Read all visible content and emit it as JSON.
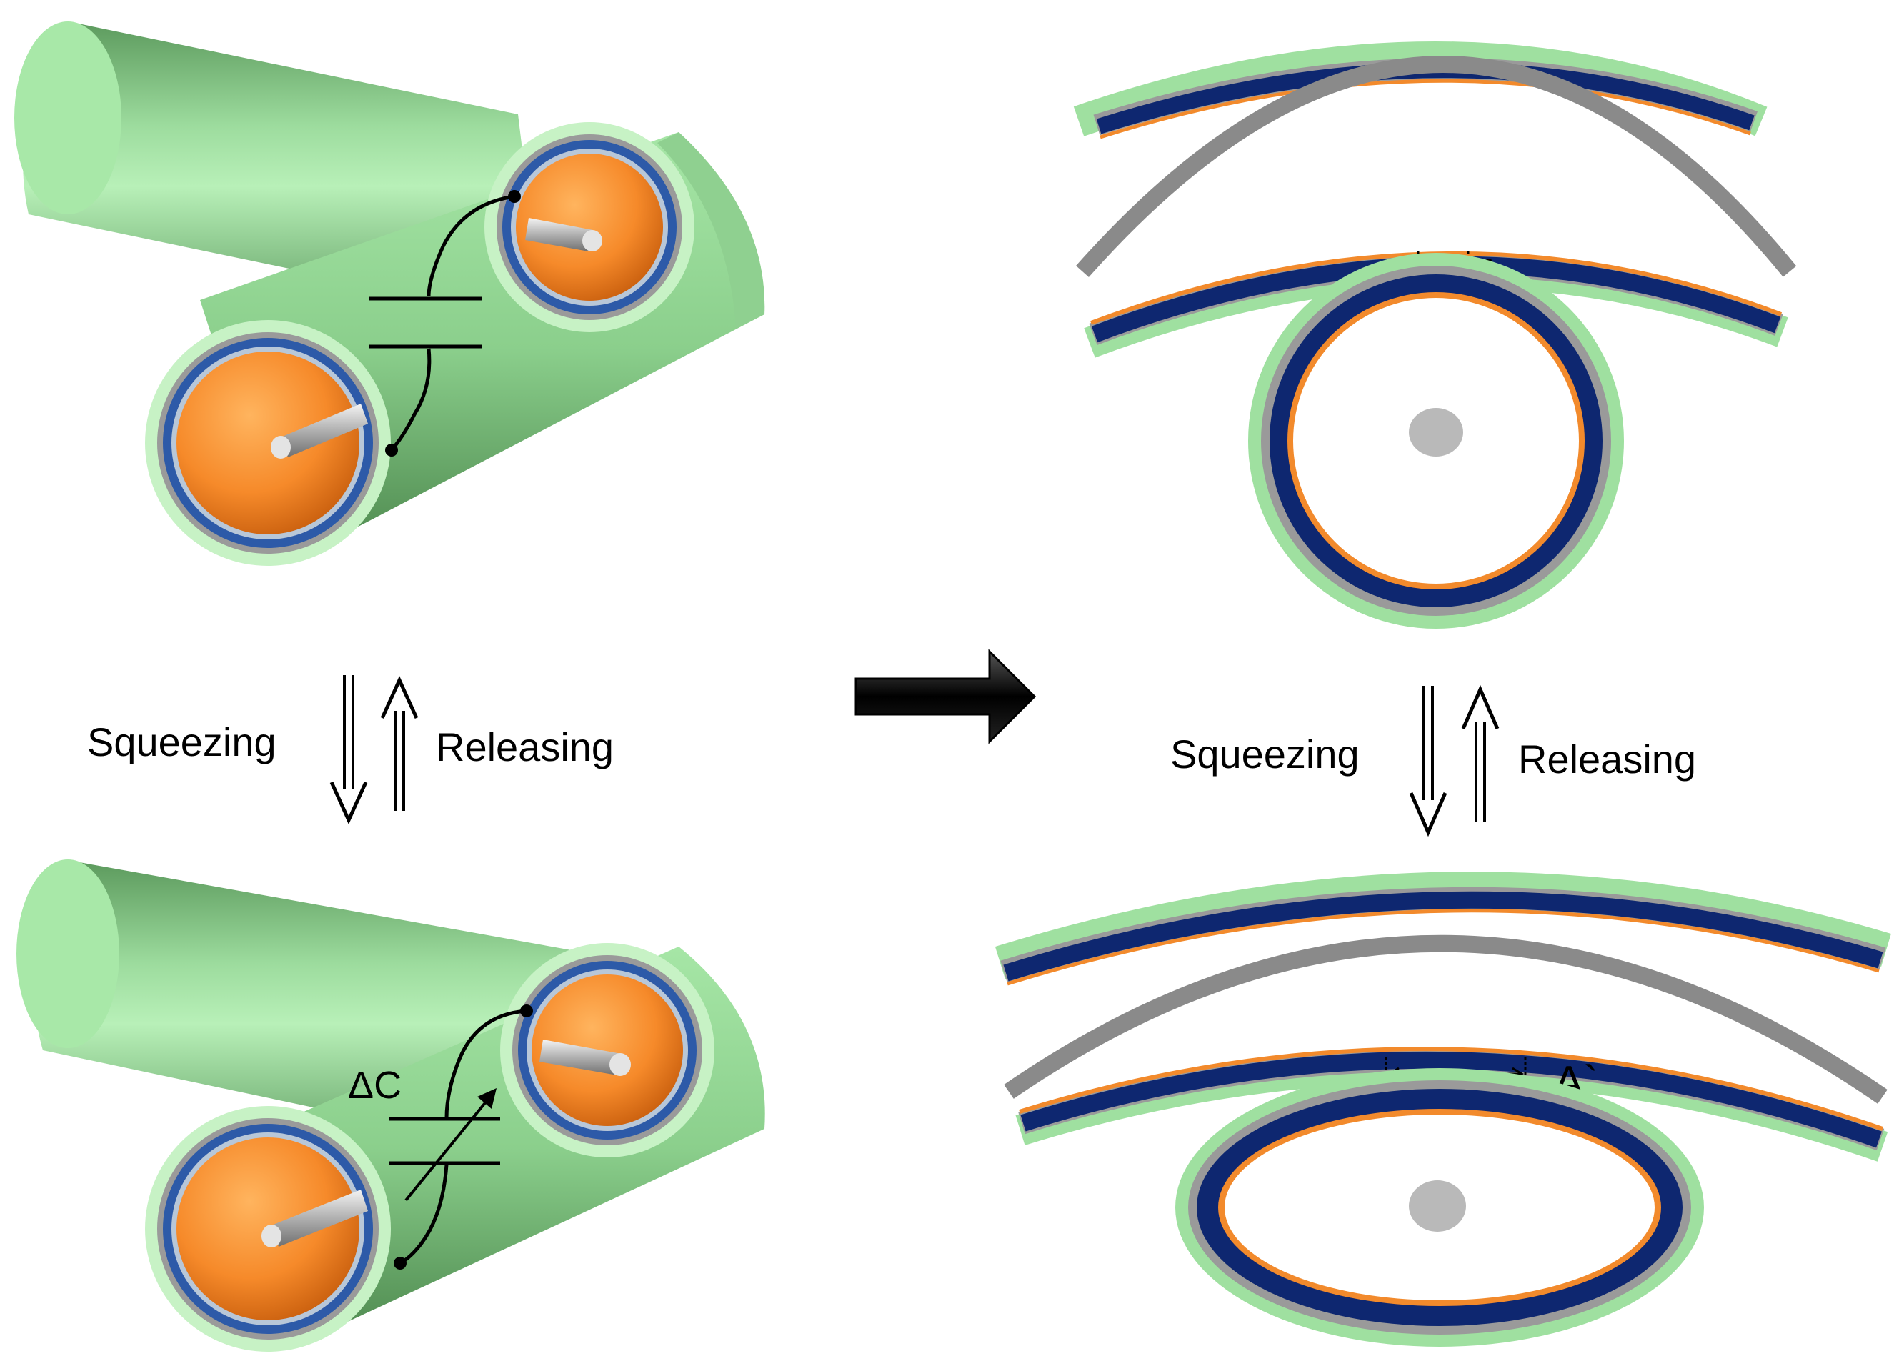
{
  "labels": {
    "left_squeezing": "Squeezing",
    "left_releasing": "Releasing",
    "right_squeezing": "Squeezing",
    "right_releasing": "Releasing",
    "delta_c": "ΔC",
    "gap_a": "A",
    "gap_a_prime": "A`"
  },
  "colors": {
    "sheath": "#9fe0a0",
    "sheath_dark": "#4d8a4f",
    "inner_face": "#f28a2c",
    "electrode_blue": "#0e2770",
    "separator_gray": "#9a9a9a",
    "core_gray": "#b9b9b9",
    "arrow": "#000000"
  }
}
